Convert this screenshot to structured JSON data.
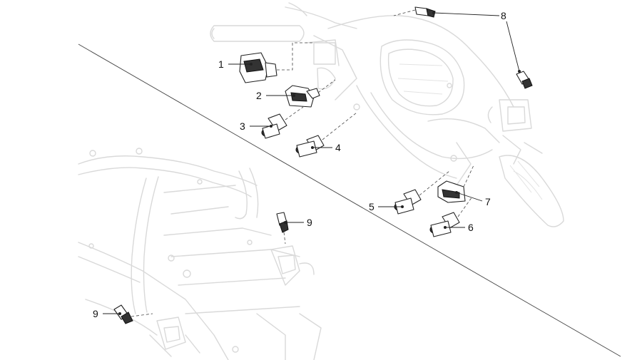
{
  "callouts": [
    {
      "id": "1",
      "label": "1"
    },
    {
      "id": "2",
      "label": "2"
    },
    {
      "id": "3",
      "label": "3"
    },
    {
      "id": "4",
      "label": "4"
    },
    {
      "id": "5",
      "label": "5"
    },
    {
      "id": "6",
      "label": "6"
    },
    {
      "id": "7",
      "label": "7"
    },
    {
      "id": "8",
      "label": "8"
    },
    {
      "id": "9a",
      "label": "9"
    },
    {
      "id": "9b",
      "label": "9"
    }
  ],
  "colors": {
    "line_art": "#222222",
    "background_drawing": "#d9d9d9",
    "background": "#ffffff"
  }
}
